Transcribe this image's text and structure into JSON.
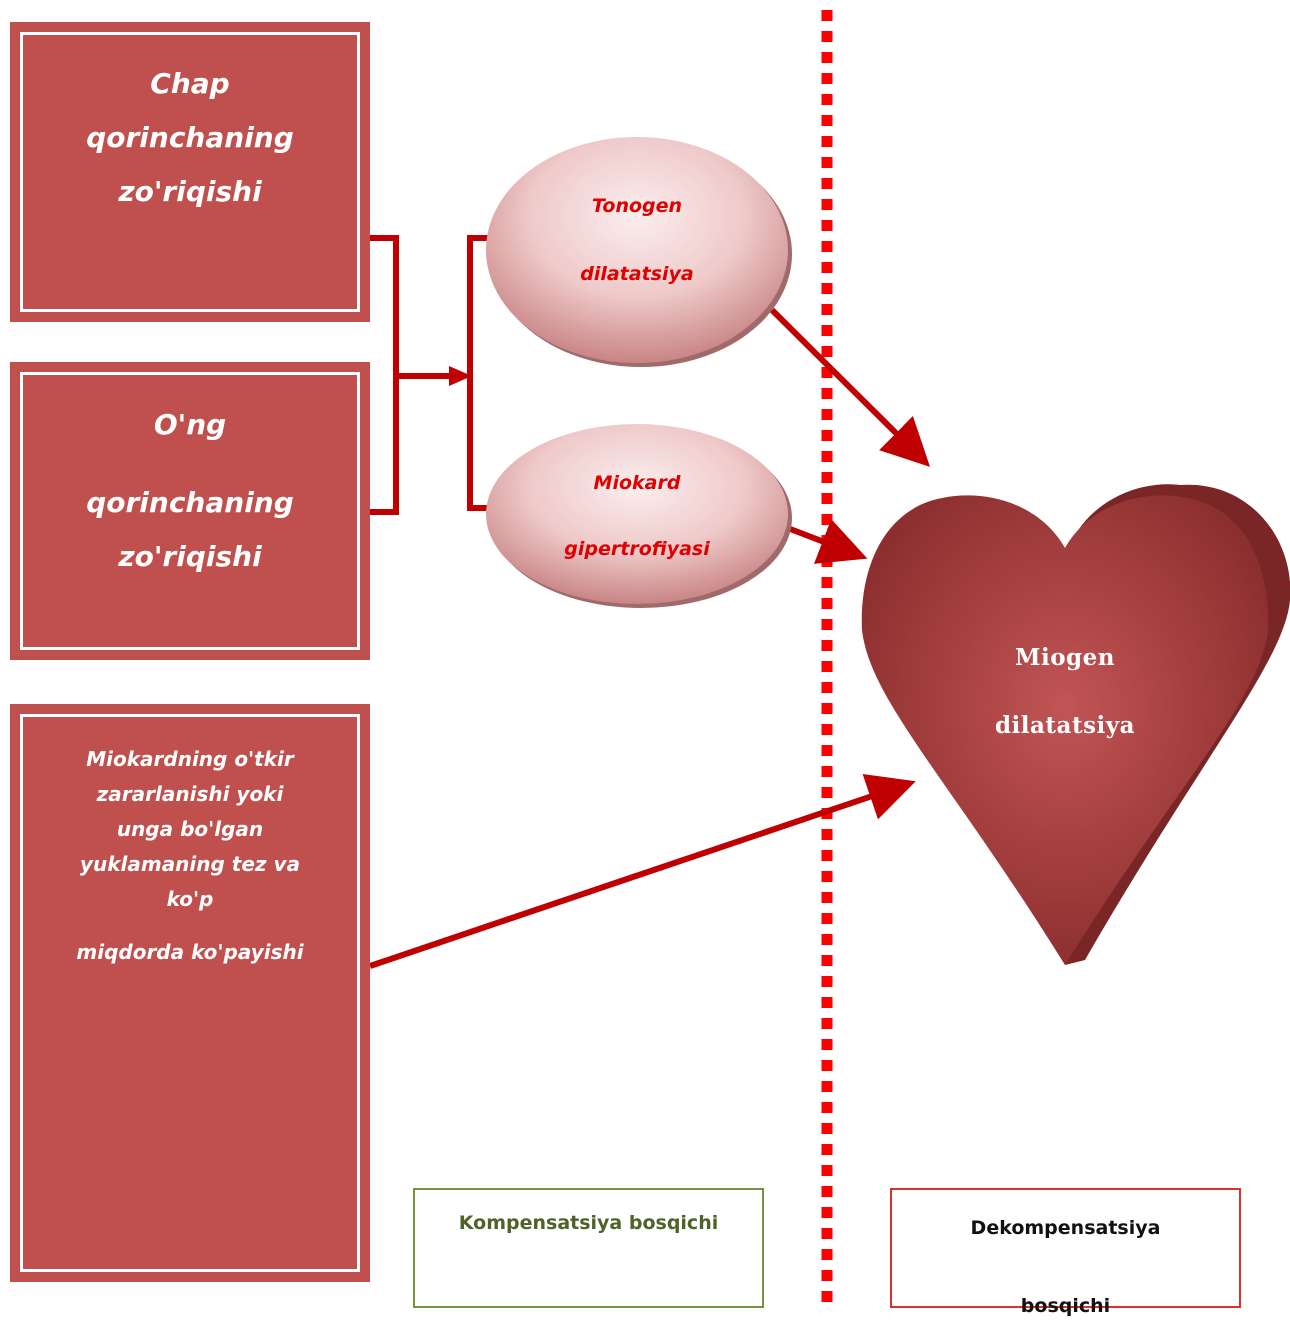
{
  "boxes": {
    "left_ventricle": [
      "Chap",
      "qorinchaning",
      "zo'riqishi"
    ],
    "right_ventricle": [
      "O'ng",
      "",
      "qorinchaning",
      "zo'riqishi"
    ],
    "acute_damage": [
      "Miokardning o'tkir",
      "zararlanishi yoki",
      "unga bo'lgan",
      "yuklamaning tez va",
      "ko'p",
      "",
      "miqdorda ko'payishi"
    ]
  },
  "ovals": {
    "tonogen": [
      "Tonogen",
      "dilatatsiya"
    ],
    "hypertrophy": [
      "Miokard",
      "gipertrofiyasi"
    ]
  },
  "heart": [
    "Miogen",
    "dilatatsiya"
  ],
  "stages": {
    "compensation": "Kompensatsiya bosqichi",
    "decompensation": [
      "Dekompensatsiya",
      "bosqichi"
    ]
  },
  "colors": {
    "box": "#c0504d",
    "connector": "#c00000",
    "divider": "#ff0000",
    "compensation_border": "#76923c",
    "compensation_text": "#4f6228",
    "decompensation_border": "#e03030"
  }
}
